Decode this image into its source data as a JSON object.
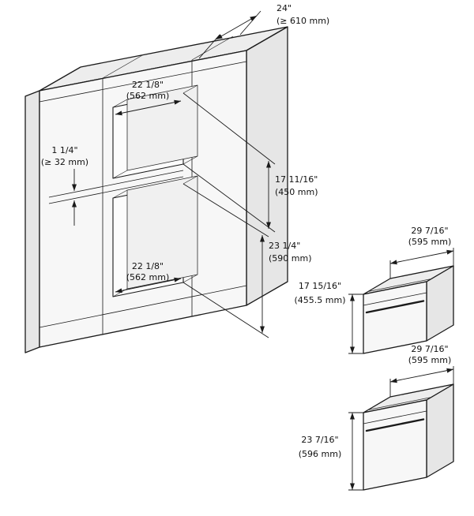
{
  "diagram": {
    "cabinet": {
      "depth_inch": "24\"",
      "depth_mm": "(≥ 610 mm)",
      "upper_niche_width_inch": "22 1/8\"",
      "upper_niche_width_mm": "(562 mm)",
      "divider_inch": "1 1/4\"",
      "divider_mm": "(≥ 32 mm)",
      "upper_niche_height_inch": "17 11/16\"",
      "upper_niche_height_mm": "(450 mm)",
      "lower_niche_height_inch": "23 1/4\"",
      "lower_niche_height_mm": "(590 mm)",
      "lower_niche_width_inch": "22 1/8\"",
      "lower_niche_width_mm": "(562 mm)"
    },
    "compact_appliance": {
      "width_inch": "29 7/16\"",
      "width_mm": "(595 mm)",
      "height_inch": "17 15/16\"",
      "height_mm": "(455.5 mm)"
    },
    "full_appliance": {
      "width_inch": "29 7/16\"",
      "width_mm": "(595 mm)",
      "height_inch": "23 7/16\"",
      "height_mm": "(596 mm)"
    }
  }
}
